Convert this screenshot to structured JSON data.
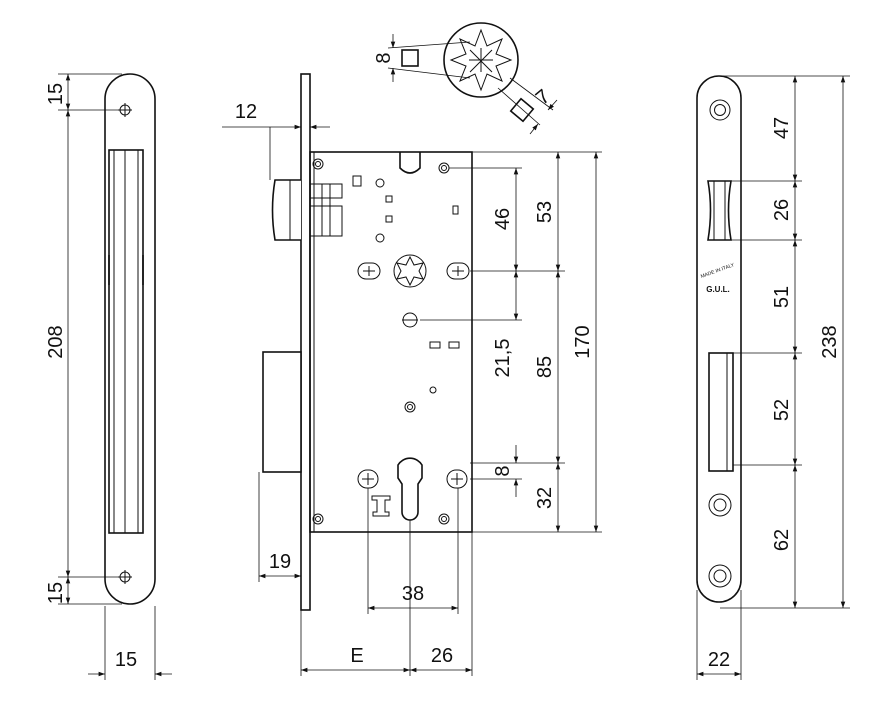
{
  "diagram": {
    "left_view": {
      "top_hole": "15",
      "height": "208",
      "bottom_hole": "15",
      "width": "15"
    },
    "center_view": {
      "faceplate_thickness": "12",
      "spindle_square": "8",
      "cylinder_square": "7",
      "latch_to_top": "46",
      "hole_to_top": "53",
      "follower_offset": "21,5",
      "spindle_to_cylinder": "85",
      "case_height": "170",
      "cylinder_offset": "8",
      "cylinder_to_bottom": "32",
      "faceplate_offset": "19",
      "fixing_spacing": "38",
      "backset": "E",
      "cylinder_backset": "26"
    },
    "right_view": {
      "top": "47",
      "latch": "26",
      "middle": "51",
      "bolt": "52",
      "bottom": "62",
      "total": "238",
      "width": "22",
      "stamp_line1": "MADE IN ITALY",
      "stamp_line2": "G.U.L."
    }
  }
}
